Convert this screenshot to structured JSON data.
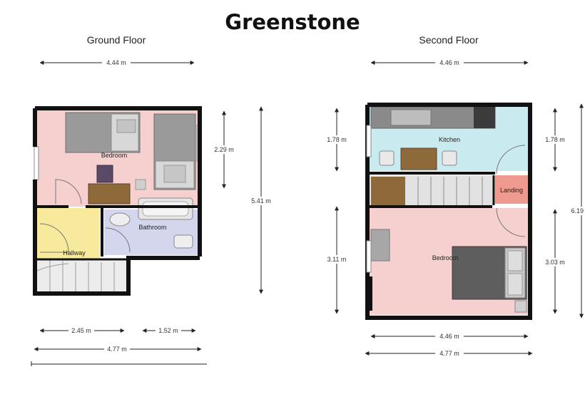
{
  "title": "Greenstone",
  "ground_floor": {
    "name": "Ground Floor",
    "rooms": {
      "bedroom": "Bedroom",
      "bathroom": "Bathroom",
      "hallway": "Hallway"
    },
    "dims": {
      "top_width": "4.44 m",
      "right_small": "2.29 m",
      "right_tall": "5.41 m",
      "bottom_left": "2.45 m",
      "bottom_right": "1.52 m",
      "bottom_total": "4.77 m"
    }
  },
  "second_floor": {
    "name": "Second Floor",
    "rooms": {
      "kitchen": "Kitchen",
      "landing": "Landing",
      "bedroom": "Bedroom"
    },
    "dims": {
      "top_width": "4.46 m",
      "left_upper": "1.78 m",
      "right_upper": "1.78 m",
      "left_lower": "3.11 m",
      "right_lower": "3.03 m",
      "right_total": "6.19",
      "bottom_inner": "4.46 m",
      "bottom_total": "4.77 m"
    }
  },
  "colors": {
    "bedroom": "#f6cfcf",
    "bathroom": "#d4d6ee",
    "hallway": "#f7ea9c",
    "kitchen": "#c9ebef",
    "landing": "#ee9a8f",
    "wall": "#111111"
  }
}
